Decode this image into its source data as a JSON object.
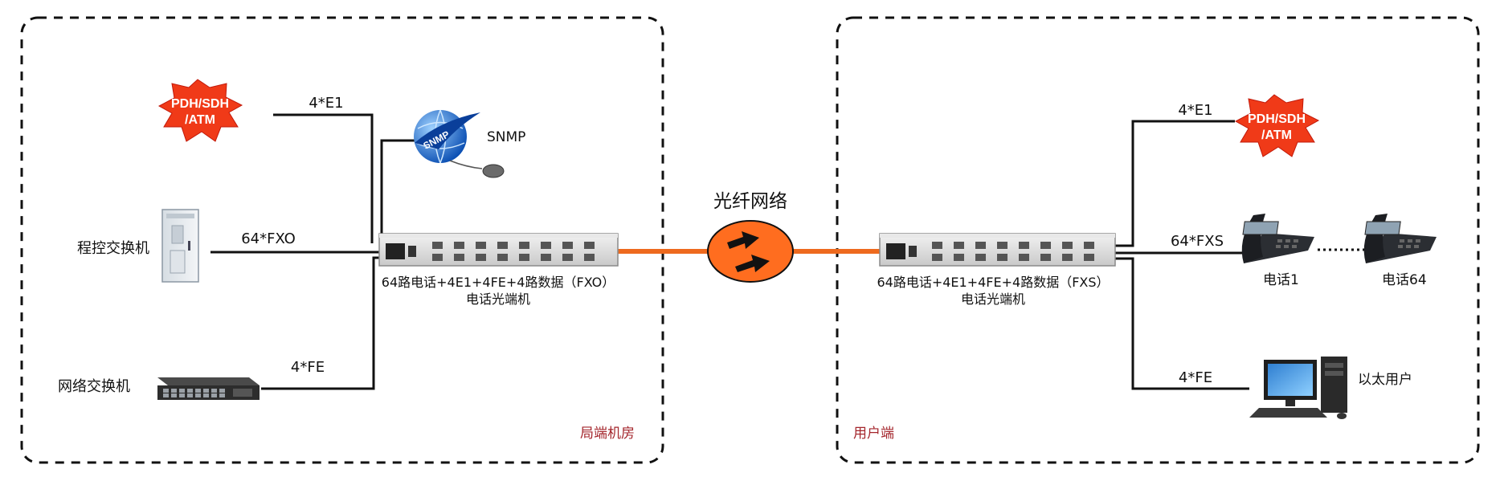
{
  "regions": {
    "left": {
      "label": "局端机房",
      "label_color": "#a4262c"
    },
    "right": {
      "label": "用户端",
      "label_color": "#a4262c"
    }
  },
  "network": {
    "label": "光纤网络",
    "fiber_color": "#ee6a1e",
    "cloud_color": "#ff6d1f"
  },
  "left_side": {
    "pdh": {
      "line1": "PDH/SDH",
      "line2": "/ATM",
      "link": "4*E1"
    },
    "snmp": {
      "label": "SNMP",
      "badge": "SNMP"
    },
    "switchboard": {
      "label": "程控交换机",
      "link": "64*FXO"
    },
    "network_switch": {
      "label": "网络交换机",
      "link": "4*FE"
    },
    "device": {
      "line1": "64路电话+4E1+4FE+4路数据（FXO）",
      "line2": "电话光端机"
    }
  },
  "right_side": {
    "pdh": {
      "line1": "PDH/SDH",
      "line2": "/ATM",
      "link": "4*E1"
    },
    "phones": {
      "link": "64*FXS",
      "first": "电话1",
      "last": "电话64"
    },
    "ethernet": {
      "label": "以太用户",
      "link": "4*FE"
    },
    "device": {
      "line1": "64路电话+4E1+4FE+4路数据（FXS）",
      "line2": "电话光端机"
    }
  },
  "colors": {
    "burst": "#f03a18",
    "line": "#111111",
    "border": "#111111"
  }
}
